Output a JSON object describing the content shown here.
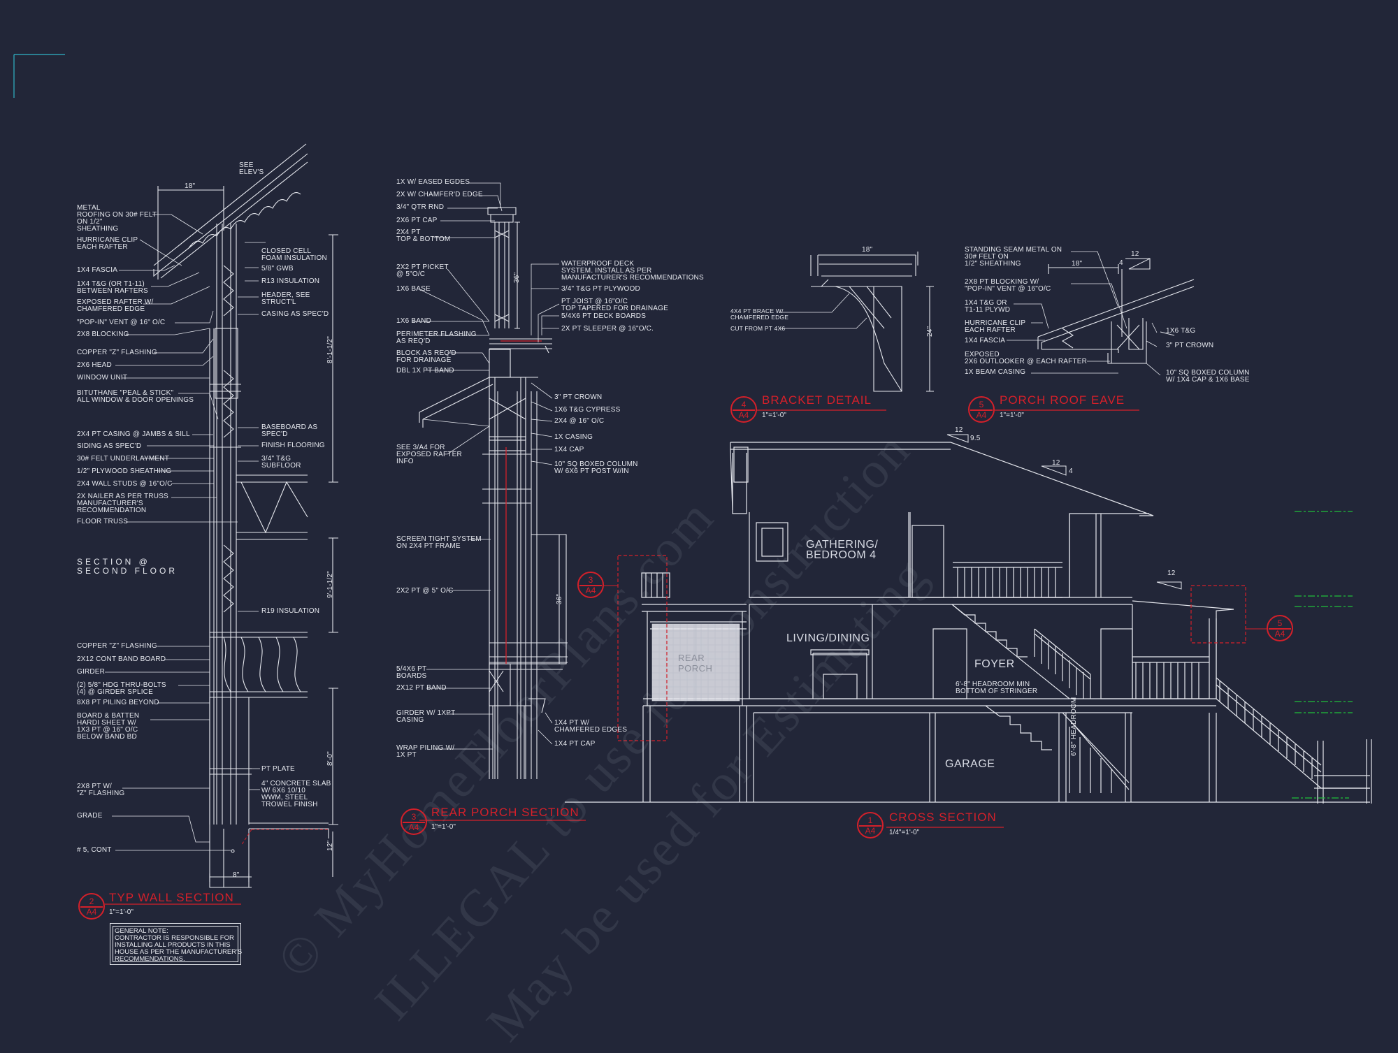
{
  "watermark": {
    "line1": "© MyHomeFloorPlans.com",
    "line2": "ILLEGAL to use for Construction",
    "line3": "May be used for Estimating"
  },
  "wall_section": {
    "labels": [
      "METAL\nROOFING ON 30# FELT\nON 1/2\"\nSHEATHING",
      "HURRICANE CLIP\nEACH RAFTER",
      "1x4 FASCIA",
      "1x4 T&G (OR T1-11)\nBETWEEN RAFTERS",
      "EXPOSED RAFTER W/\nCHAMFERED EDGE",
      "\"POP-IN\" VENT @ 16\" o/c",
      "2x8 BLOCKING",
      "COPPER \"Z\" FLASHING",
      "2x6 HEAD",
      "WINDOW UNIT",
      "BITUTHANE \"PEAL & STICK\"\nALL WINDOW & DOOR OPENINGS",
      "2X4 PT CASING @ JAMBS & SILL",
      "SIDING AS SPEC'D",
      "30# FELT UNDERLAYMENT",
      "1/2\" PLYWOOD SHEATHING",
      "2x4 WALL STUDS @ 16\"o/c",
      "2x NAILER AS PER TRUSS\nMANUFACTURER'S\nRECOMMENDATION",
      "FLOOR TRUSS",
      "COPPER \"Z\" FLASHING",
      "2x12 CONT BAND BOARD",
      "GIRDER",
      "(2) 5/8\" HDG THRU-BOLTS\n(4) @ GIRDER SPLICE",
      "8x8 PT PILING BEYOND",
      "BOARD & BATTEN\nHARDI SHEET W/\n1x3 PT @ 16\" O/C\nBELOW BAND BD",
      "2x8 PT W/\n\"Z\" FLASHING",
      "GRADE",
      "# 5, CONT"
    ],
    "right_labels": [
      "SEE\nELEV's",
      "18\"",
      "CLOSED CELL\nFOAM INSULATION",
      "5/8\" GWB",
      "R13 INSULATION",
      "HEADER, SEE\nSTRUCT'L",
      "CASING AS SPEC'D",
      "BASEBOARD AS\nSPEC'D",
      "FINISH FLOORING",
      "3/4\" T&G\nSUBFLOOR",
      "R19 INSULATION",
      "PT PLATE",
      "4\" CONCRETE SLAB\nW/ 6x6 10/10\nWWM, STEEL\nTROWEL FINISH",
      "8\""
    ],
    "dims": [
      "8'-1-1/2\"",
      "9'-1-1/2\"",
      "8'-0\"",
      "12\""
    ],
    "section_note": "SECTION @\nSECOND FLOOR"
  },
  "rear_porch": {
    "labels": [
      "1x W/ EASED EGDES",
      "2x W/ CHAMFER'D EDGE",
      "3/4\" QTR RND",
      "2x6 PT CAP",
      "2x4 PT\nTOP & BOTTOM",
      "2x2 PT PICKET\n@ 5\"o/c",
      "1x6 BASE",
      "1x6 BAND",
      "PERIMETER FLASHING\nAS REQ'D",
      "BLOCK AS REQ'D\nFOR DRAINAGE",
      "DBL 1x PT BAND",
      "SEE 3/A4 FOR\nEXPOSED RAFTER\nINFO",
      "SCREEN TIGHT SYSTEM\nON 2x4 PT FRAME",
      "2x2 PT @ 5\" o/c",
      "5/4x6 PT\nBOARDS",
      "2x12 PT BAND",
      "GIRDER W/ 1xPT\nCASING",
      "WRAP PILING W/\n1x PT"
    ],
    "right_labels": [
      "WATERPROOF DECK\nSYSTEM. INSTALL AS PER\nMANUFACTURER'S RECOMMENDATIONS",
      "3/4\" T&G PT PLYWOOD",
      "PT JOIST @ 16\"o/c\nTOP TAPERED FOR DRAINAGE",
      "5/4x6 PT DECK BOARDS",
      "2x PT SLEEPER @ 16\"o/c.",
      "3\" PT CROWN",
      "1x6 T&G CYPRESS",
      "2x4 @ 16\" o/c",
      "1x CASING",
      "1x4 CAP",
      "10\" SQ BOXED COLUMN\nW/ 6x6 PT POST W/IN",
      "1x4 PT W/\nCHAMFERED EDGES",
      "1x4 PT CAP"
    ],
    "dims": [
      "36\"",
      "36\""
    ]
  },
  "bracket_detail": {
    "labels": [
      "18\"",
      "4x4 PT BRACE W/\nCHAMFERED EDGE",
      "CUT FROM PT 4x6",
      "24\""
    ]
  },
  "porch_roof_eave": {
    "labels": [
      "STANDING SEAM METAL ON\n30# FELT ON\n1/2\" SHEATHING",
      "18\"",
      "12",
      "4",
      "2x8 PT BLOCKING W/\n\"POP-IN\" VENT @ 16\"o/c",
      "1x4 T&G OR\nT1-11 PLYWD",
      "HURRICANE CLIP\nEACH RAFTER",
      "1x4 FASCIA",
      "EXPOSED\n2x6 OUTLOOKER @ EACH RAFTER",
      "1x BEAM CASING",
      "1x6 T&G",
      "3\" PT CROWN",
      "10\" SQ BOXED COLUMN\nW/ 1x4 CAP & 1x6 BASE"
    ]
  },
  "cross_section": {
    "rooms": {
      "gathering": "GATHERING/\nBEDROOM 4",
      "living": "LIVING/DINING",
      "foyer": "FOYER",
      "garage": "GARAGE",
      "porch": "REAR\nPORCH"
    },
    "notes": {
      "headroom": "6'-8\" HEADROOM MIN\nBOTTOM OF STRINGER",
      "headroom_vertical": "6'-8\" HEADROOM"
    },
    "pitch": [
      {
        "rise": "12",
        "run": "9.5"
      },
      {
        "rise": "12",
        "run": "4"
      },
      {
        "rise": "12",
        "run": ""
      }
    ]
  },
  "callouts": [
    {
      "num": "3",
      "sheet": "A4"
    },
    {
      "num": "5",
      "sheet": "A4"
    }
  ],
  "titles": {
    "wall": {
      "num": "2",
      "sheet": "A4",
      "name": "TYP WALL SECTION",
      "scale": "1\"=1'-0\""
    },
    "porch": {
      "num": "3",
      "sheet": "A4",
      "name": "REAR PORCH SECTION",
      "scale": "1\"=1'-0\""
    },
    "bracket": {
      "num": "4",
      "sheet": "A4",
      "name": "BRACKET DETAIL",
      "scale": "1\"=1'-0\""
    },
    "eave": {
      "num": "5",
      "sheet": "A4",
      "name": "PORCH ROOF EAVE",
      "scale": "1\"=1'-0\""
    },
    "cross": {
      "num": "1",
      "sheet": "A4",
      "name": "CROSS SECTION",
      "scale": "1/4\"=1'-0\""
    }
  },
  "general_note": "GENERAL NOTE:\nCONTRACTOR IS RESPONSIBLE FOR\nINSTALLING ALL PRODUCTS IN THIS\nHOUSE AS PER THE MANUFACTURER'S\nRECOMMENDATIONS.",
  "colors": {
    "background": "#222638",
    "line": "#e6e8ee",
    "accent": "#d4202a",
    "grid": "#1fbf3a",
    "corner": "#2fb5c7"
  }
}
